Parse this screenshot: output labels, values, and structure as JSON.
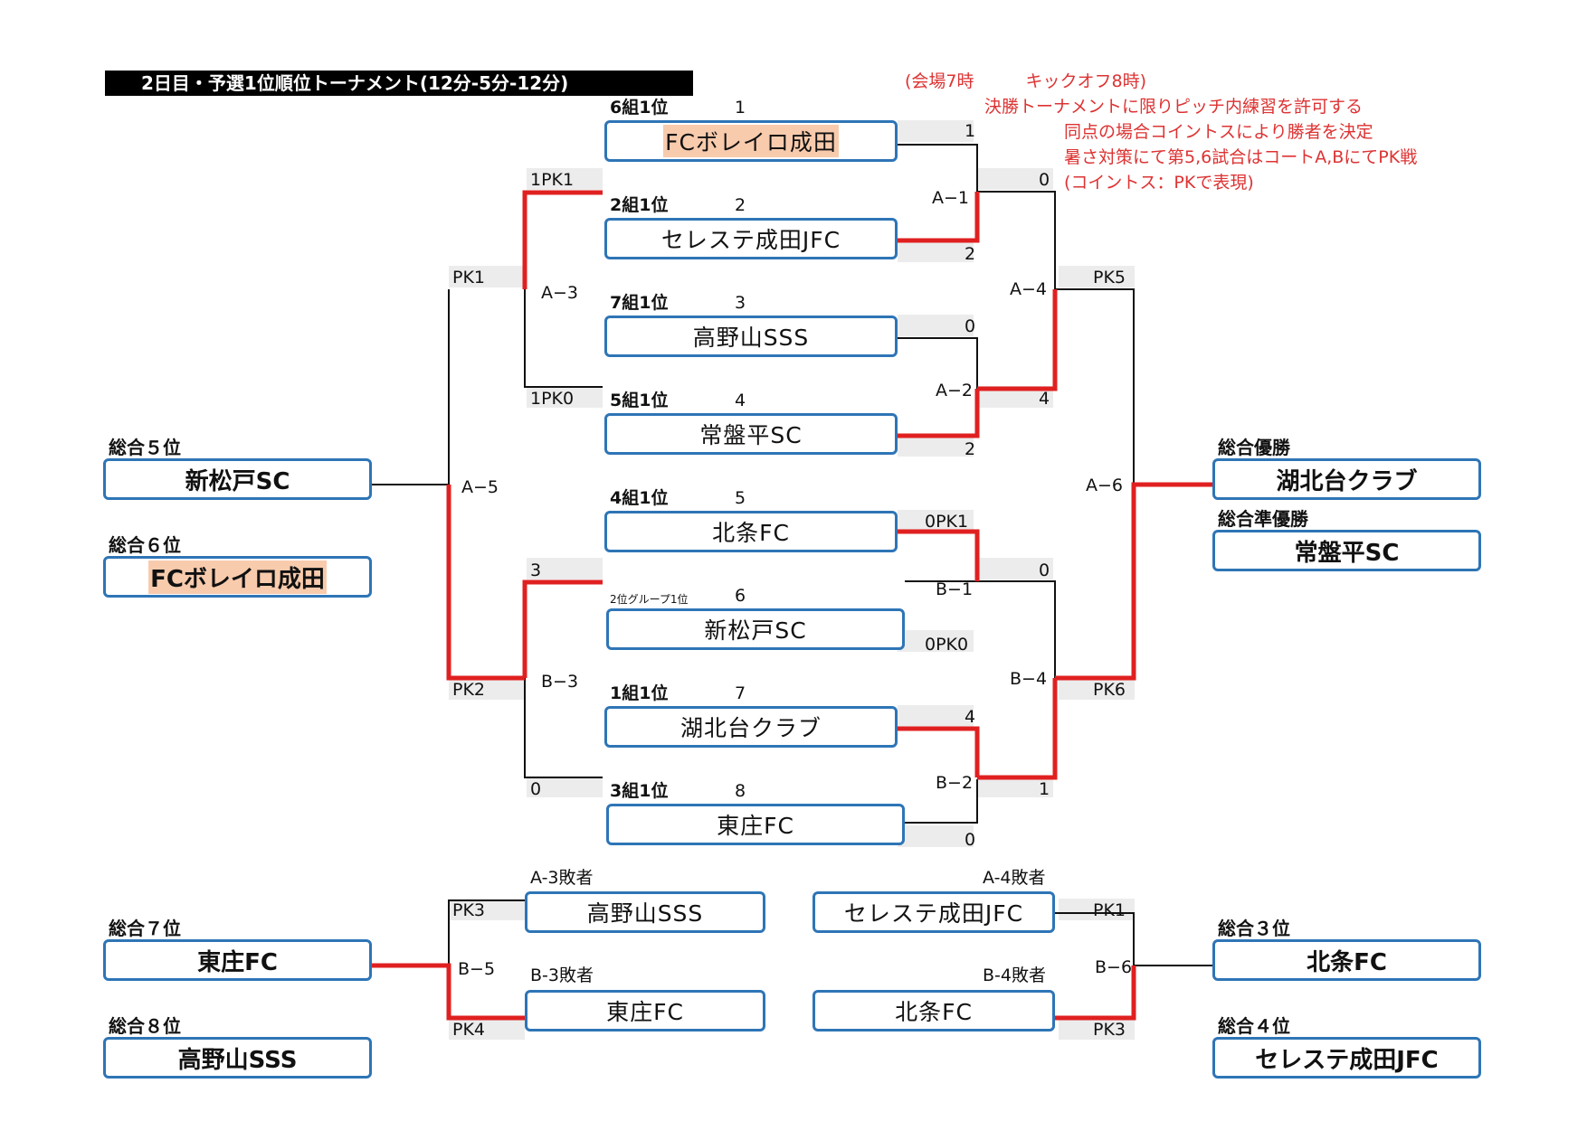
{
  "title": "2日目・予選1位順位トーナメント(12分-5分-12分)",
  "notes": [
    "(会場7時　　　キックオフ8時)",
    "決勝トーナメントに限りピッチ内練習を許可する",
    "同点の場合コイントスにより勝者を決定",
    "暑さ対策にて第5,6試合はコートA,BにてPK戦",
    "(コイントス：PKで表現)"
  ],
  "seeds": [
    {
      "group": "6組1位",
      "no": "1",
      "team": "FCボレイロ成田"
    },
    {
      "group": "2組1位",
      "no": "2",
      "team": "セレステ成田JFC"
    },
    {
      "group": "7組1位",
      "no": "3",
      "team": "高野山SSS"
    },
    {
      "group": "5組1位",
      "no": "4",
      "team": "常盤平SC"
    },
    {
      "group": "4組1位",
      "no": "5",
      "team": "北条FC"
    },
    {
      "group": "2位グループ1位",
      "no": "6",
      "team": "新松戸SC"
    },
    {
      "group": "1組1位",
      "no": "7",
      "team": "湖北台クラブ"
    },
    {
      "group": "3組1位",
      "no": "8",
      "team": "東庄FC"
    }
  ],
  "highlight_color": "#f8cbad",
  "win_line_color": "#e02020",
  "box_border_color": "#2e75b6",
  "matches": {
    "a1": "A−1",
    "a2": "A−2",
    "a3": "A−3",
    "a4": "A−4",
    "a5": "A−5",
    "a6": "A−6",
    "b1": "B−1",
    "b2": "B−2",
    "b3": "B−3",
    "b4": "B−4",
    "b5": "B−5",
    "b6": "B−6"
  },
  "scores": {
    "a1_top": "1",
    "a1_bot": "2",
    "a2_top": "0",
    "a2_bot": "2",
    "b1_top": "0PK1",
    "b1_bot": "0PK0",
    "b2_top": "4",
    "b2_bot": "0",
    "a3_top": "1PK1",
    "a3_bot": "1PK0",
    "b3_top": "3",
    "b3_bot": "0",
    "a4_top": "0",
    "a4_bot": "4",
    "b4_top": "0",
    "b4_bot": "1",
    "a5_top": "PK1",
    "a5_bot": "PK2",
    "a6_top": "PK5",
    "a6_bot": "PK6",
    "b5_top": "PK3",
    "b5_bot": "PK4",
    "b6_top": "PK1",
    "b6_bot": "PK3"
  },
  "consolation": {
    "b5_top_label": "A-3敗者",
    "b5_top_team": "高野山SSS",
    "b5_bot_label": "B-3敗者",
    "b5_bot_team": "東庄FC",
    "b6_top_label": "A-4敗者",
    "b6_top_team": "セレステ成田JFC",
    "b6_bot_label": "B-4敗者",
    "b6_bot_team": "北条FC"
  },
  "ranks": {
    "r5_label": "総合５位",
    "r5_team": "新松戸SC",
    "r6_label": "総合６位",
    "r6_team": "FCボレイロ成田",
    "r7_label": "総合７位",
    "r7_team": "東庄FC",
    "r8_label": "総合８位",
    "r8_team": "高野山SSS",
    "r1_label": "総合優勝",
    "r1_team": "湖北台クラブ",
    "r2_label": "総合準優勝",
    "r2_team": "常盤平SC",
    "r3_label": "総合３位",
    "r3_team": "北条FC",
    "r4_label": "総合４位",
    "r4_team": "セレステ成田JFC"
  }
}
